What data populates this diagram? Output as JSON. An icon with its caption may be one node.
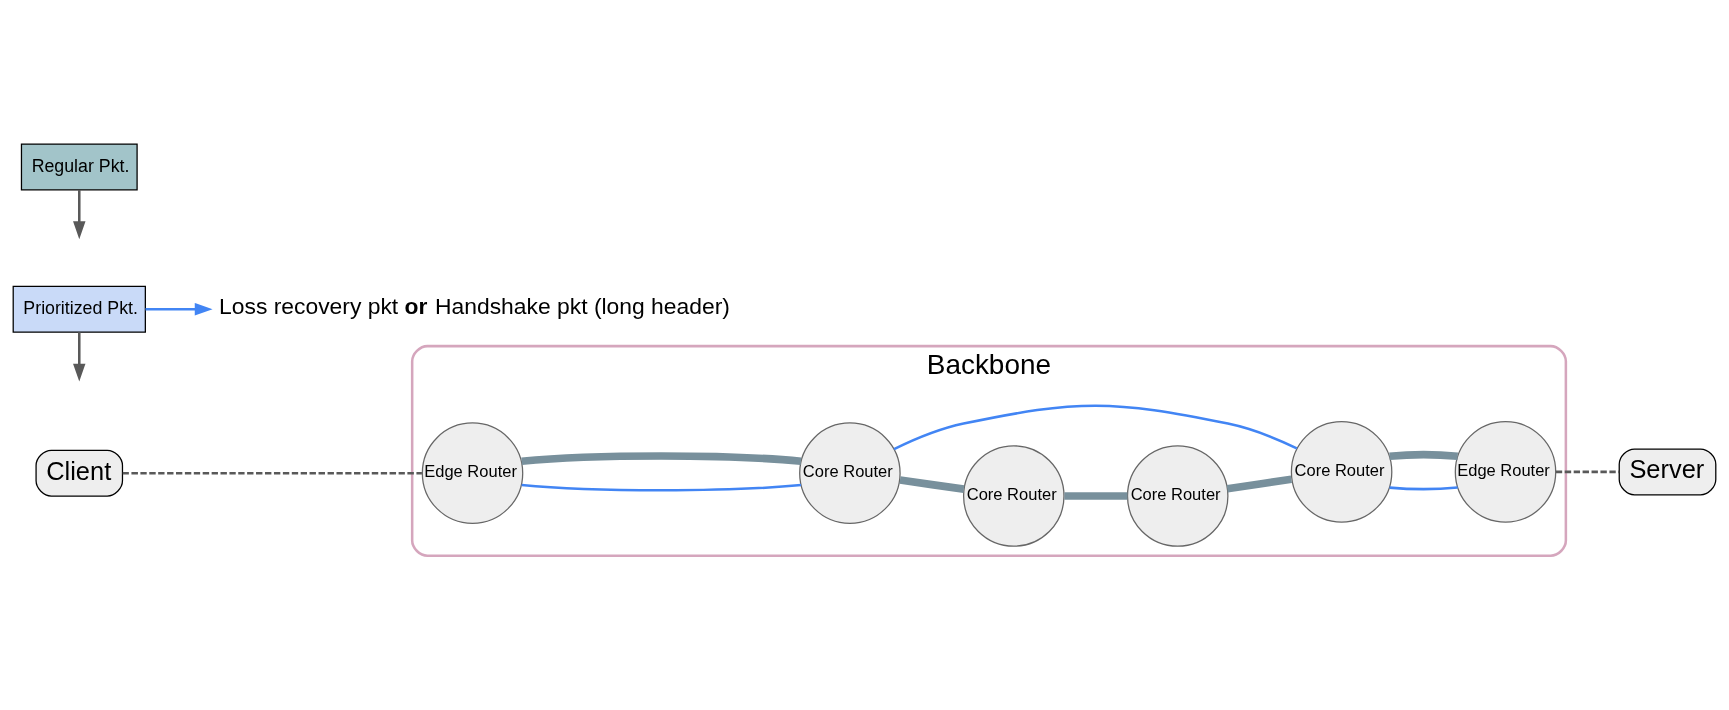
{
  "diagram": {
    "nodes": [
      {
        "text": [
          "Backbone"
        ]
      },
      {
        "text": [
          "Client"
        ]
      },
      {
        "text": [
          "Edge Router"
        ],
        "in": 0
      },
      {
        "text": [
          "Core Router"
        ],
        "in": 0
      },
      {
        "text": [
          "Core Router"
        ],
        "in": 0
      },
      {
        "text": [
          "Core Router"
        ],
        "in": 0
      },
      {
        "text": [
          "Core Router"
        ],
        "in": 0
      },
      {
        "text": [
          "Edge Router"
        ],
        "in": 0
      },
      {
        "text": [
          "Server"
        ]
      },
      {
        "text": [
          "Prioritized Pkt."
        ]
      },
      {
        "text": [
          "Regular Pkt."
        ]
      },
      {
        "text": [
          "Loss recovery pkt **or** Handshake pkt (long header)"
        ]
      }
    ],
    "edges": [
      {
        "from": 1,
        "to": 2,
        "arrow": "none",
        "style": "dashed",
        "color": "#595959"
      },
      {
        "from": 2,
        "to": 3,
        "arrow": "none",
        "color": "#4285f4"
      },
      {
        "from": 3,
        "to": 6,
        "arrow": "none",
        "color": "#4285f4"
      },
      {
        "from": 6,
        "to": 7,
        "arrow": "none",
        "color": "#4285f4"
      },
      {
        "from": 2,
        "to": 3,
        "arrow": "none",
        "style": "thick",
        "color": "#78909c"
      },
      {
        "from": 3,
        "to": 4,
        "arrow": "none",
        "style": "thick",
        "color": "#78909c"
      },
      {
        "from": 4,
        "to": 5,
        "arrow": "none",
        "style": "thick",
        "color": "#78909c"
      },
      {
        "from": 5,
        "to": 6,
        "arrow": "none",
        "style": "thick",
        "color": "#78909c"
      },
      {
        "from": 6,
        "to": 7,
        "arrow": "none",
        "style": "thick",
        "color": "#78909c"
      },
      {
        "from": 7,
        "to": 8,
        "arrow": "none",
        "style": "dashed",
        "color": "#595959"
      },
      {
        "from": 9,
        "to": null,
        "arrow": "to",
        "color": "#595959"
      },
      {
        "from": 10,
        "to": null,
        "arrow": "to",
        "color": "#595959"
      },
      {
        "from": 9,
        "to": 11,
        "arrow": "to",
        "color": "#4285f4"
      }
    ]
  }
}
